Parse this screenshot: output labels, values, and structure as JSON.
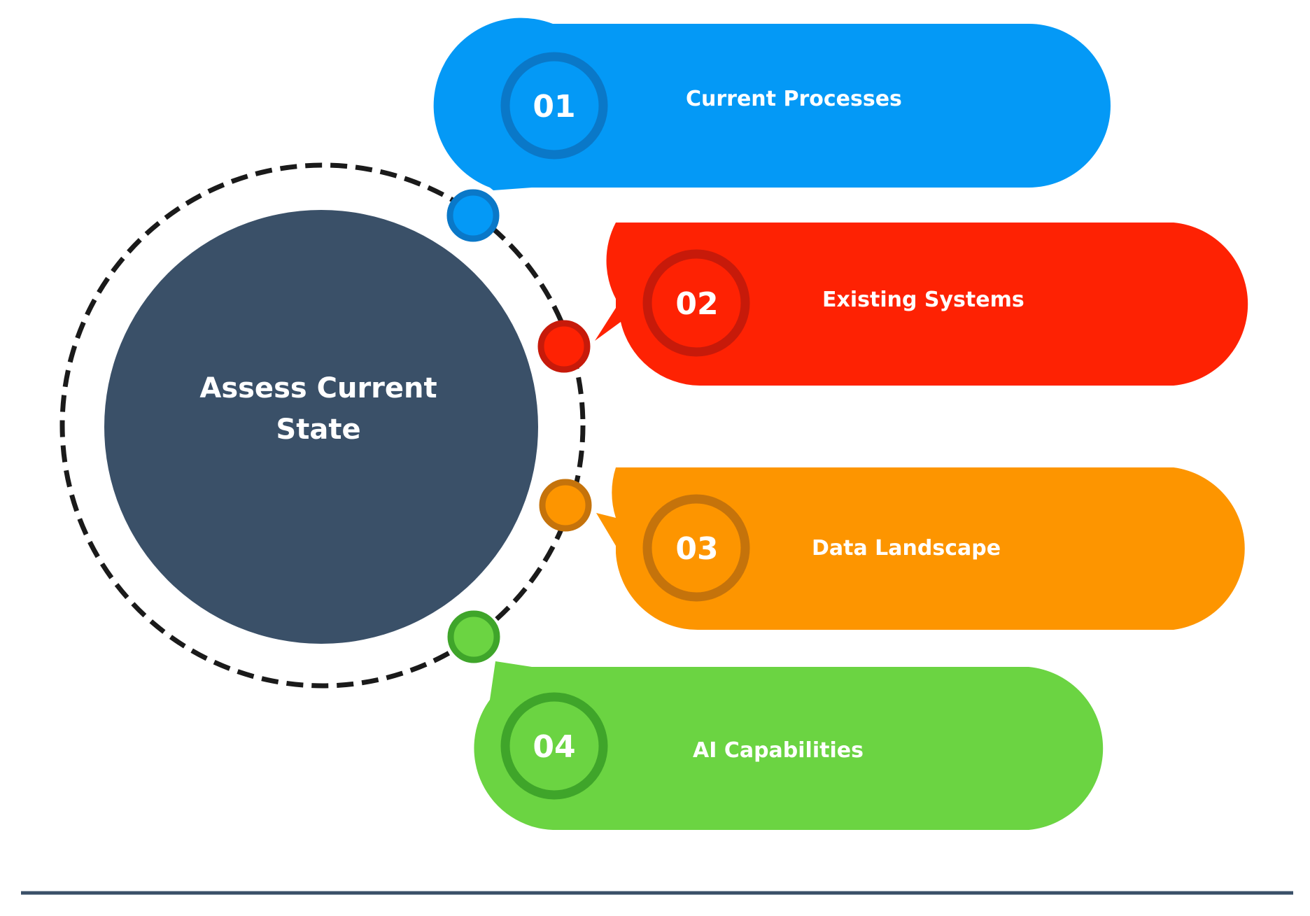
{
  "hub": {
    "label_line1": "Assess Current",
    "label_line2": "State",
    "color": "#3A5068"
  },
  "steps": [
    {
      "number": "01",
      "label": "Current Processes",
      "color": "#0499F6",
      "ring_color": "#0A78C8",
      "connector_icon": "circle-node-icon"
    },
    {
      "number": "02",
      "label": "Existing Systems",
      "color": "#FE2203",
      "ring_color": "#C71A0A",
      "connector_icon": "circle-node-icon"
    },
    {
      "number": "03",
      "label": "Data Landscape",
      "color": "#FD9500",
      "ring_color": "#C5730B",
      "connector_icon": "circle-node-icon"
    },
    {
      "number": "04",
      "label": "AI Capabilities",
      "color": "#6BD442",
      "ring_color": "#3FA52A",
      "connector_icon": "circle-node-icon"
    }
  ],
  "orbit": {
    "style": "dashed",
    "color": "#1a1a1a"
  },
  "divider": {
    "color": "#3A5068"
  }
}
